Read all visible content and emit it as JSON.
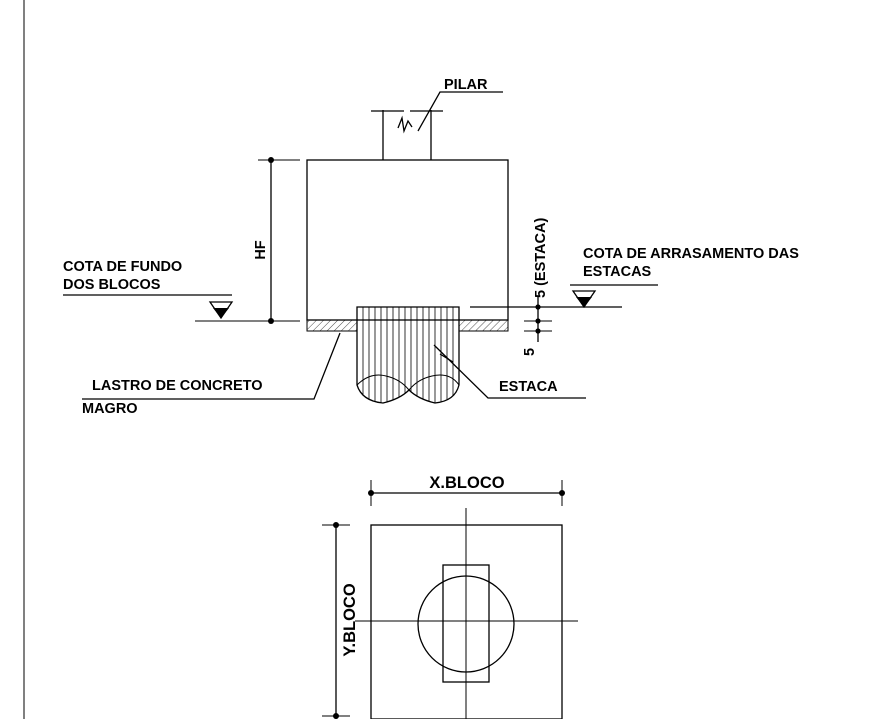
{
  "labels": {
    "pilar": "PILAR",
    "hf": "HF",
    "cota_fundo_line1": "COTA DE FUNDO",
    "cota_fundo_line2": "DOS BLOCOS",
    "cota_arrasamento_line1": "COTA DE ARRASAMENTO DAS",
    "cota_arrasamento_line2": "ESTACAS",
    "estaca_dim": "5 (ESTACA)",
    "lastro_dim": "5",
    "lastro_line1": "LASTRO DE CONCRETO",
    "lastro_line2": "MAGRO",
    "estaca": "ESTACA",
    "x_bloco": "X.BLOCO",
    "y_bloco": "Y.BLOCO"
  },
  "colors": {
    "line": "#000000",
    "background": "#ffffff"
  }
}
